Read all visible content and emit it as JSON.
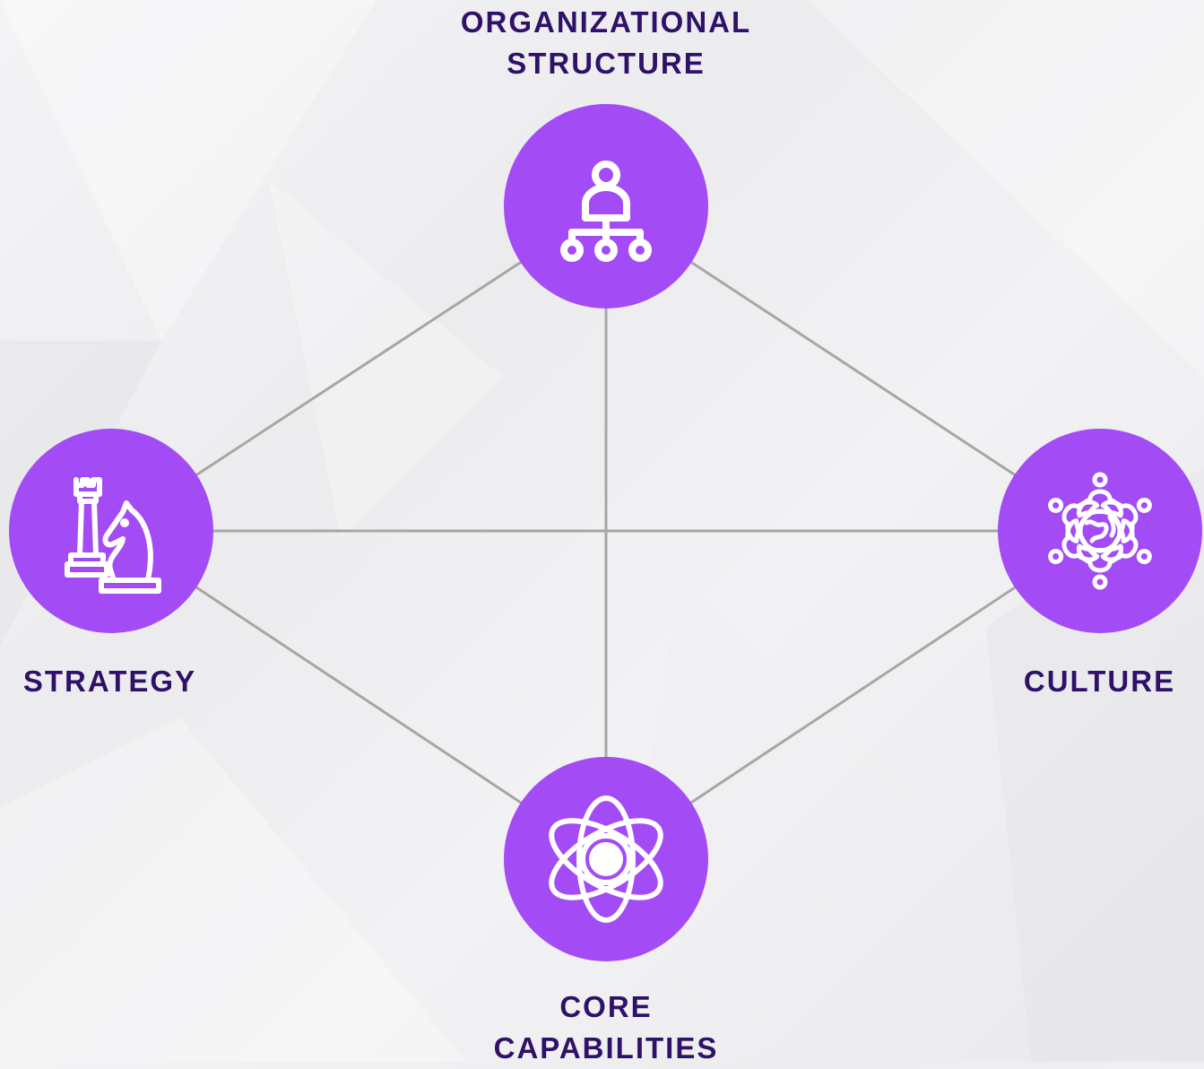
{
  "colors": {
    "node_fill": "#a34cf6",
    "icon_stroke": "#ffffff",
    "label_text": "#2f1169",
    "connector": "#a6a6a6"
  },
  "nodes": {
    "top": {
      "label_line1": "ORGANIZATIONAL",
      "label_line2": "STRUCTURE",
      "icon": "org-chart-icon"
    },
    "left": {
      "label": "STRATEGY",
      "icon": "chess-rook-knight-icon"
    },
    "right": {
      "label": "CULTURE",
      "icon": "globe-people-circle-icon"
    },
    "bottom": {
      "label_line1": "CORE",
      "label_line2": "CAPABILITIES",
      "icon": "atom-icon"
    }
  }
}
